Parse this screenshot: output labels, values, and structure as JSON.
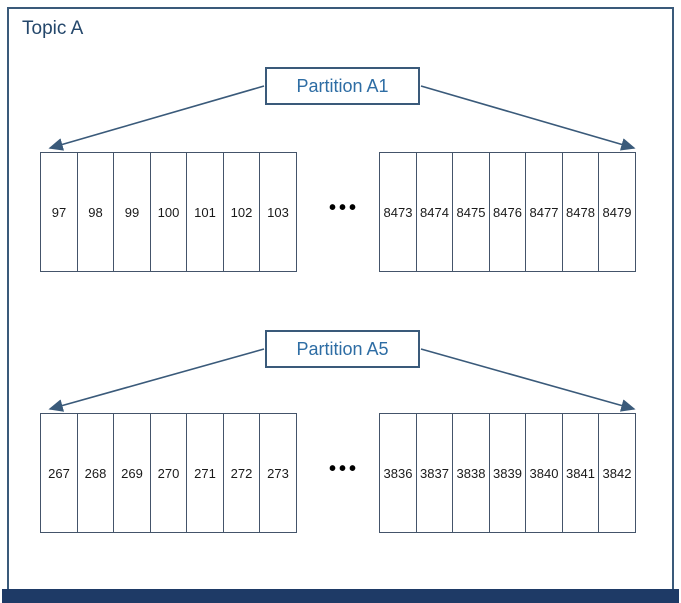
{
  "diagram": {
    "title": "Topic A",
    "partitions": [
      {
        "label": "Partition A1",
        "left_cells": [
          "97",
          "98",
          "99",
          "100",
          "101",
          "102",
          "103"
        ],
        "right_cells": [
          "8473",
          "8474",
          "8475",
          "8476",
          "8477",
          "8478",
          "8479"
        ],
        "ellipsis": "•••"
      },
      {
        "label": "Partition A5",
        "left_cells": [
          "267",
          "268",
          "269",
          "270",
          "271",
          "272",
          "273"
        ],
        "right_cells": [
          "3836",
          "3837",
          "3838",
          "3839",
          "3840",
          "3841",
          "3842"
        ],
        "ellipsis": "•••"
      }
    ],
    "colors": {
      "border": "#3a5a7a",
      "label_text": "#2e6da4",
      "title_text": "#24476b",
      "footer": "#1e3a66"
    }
  }
}
